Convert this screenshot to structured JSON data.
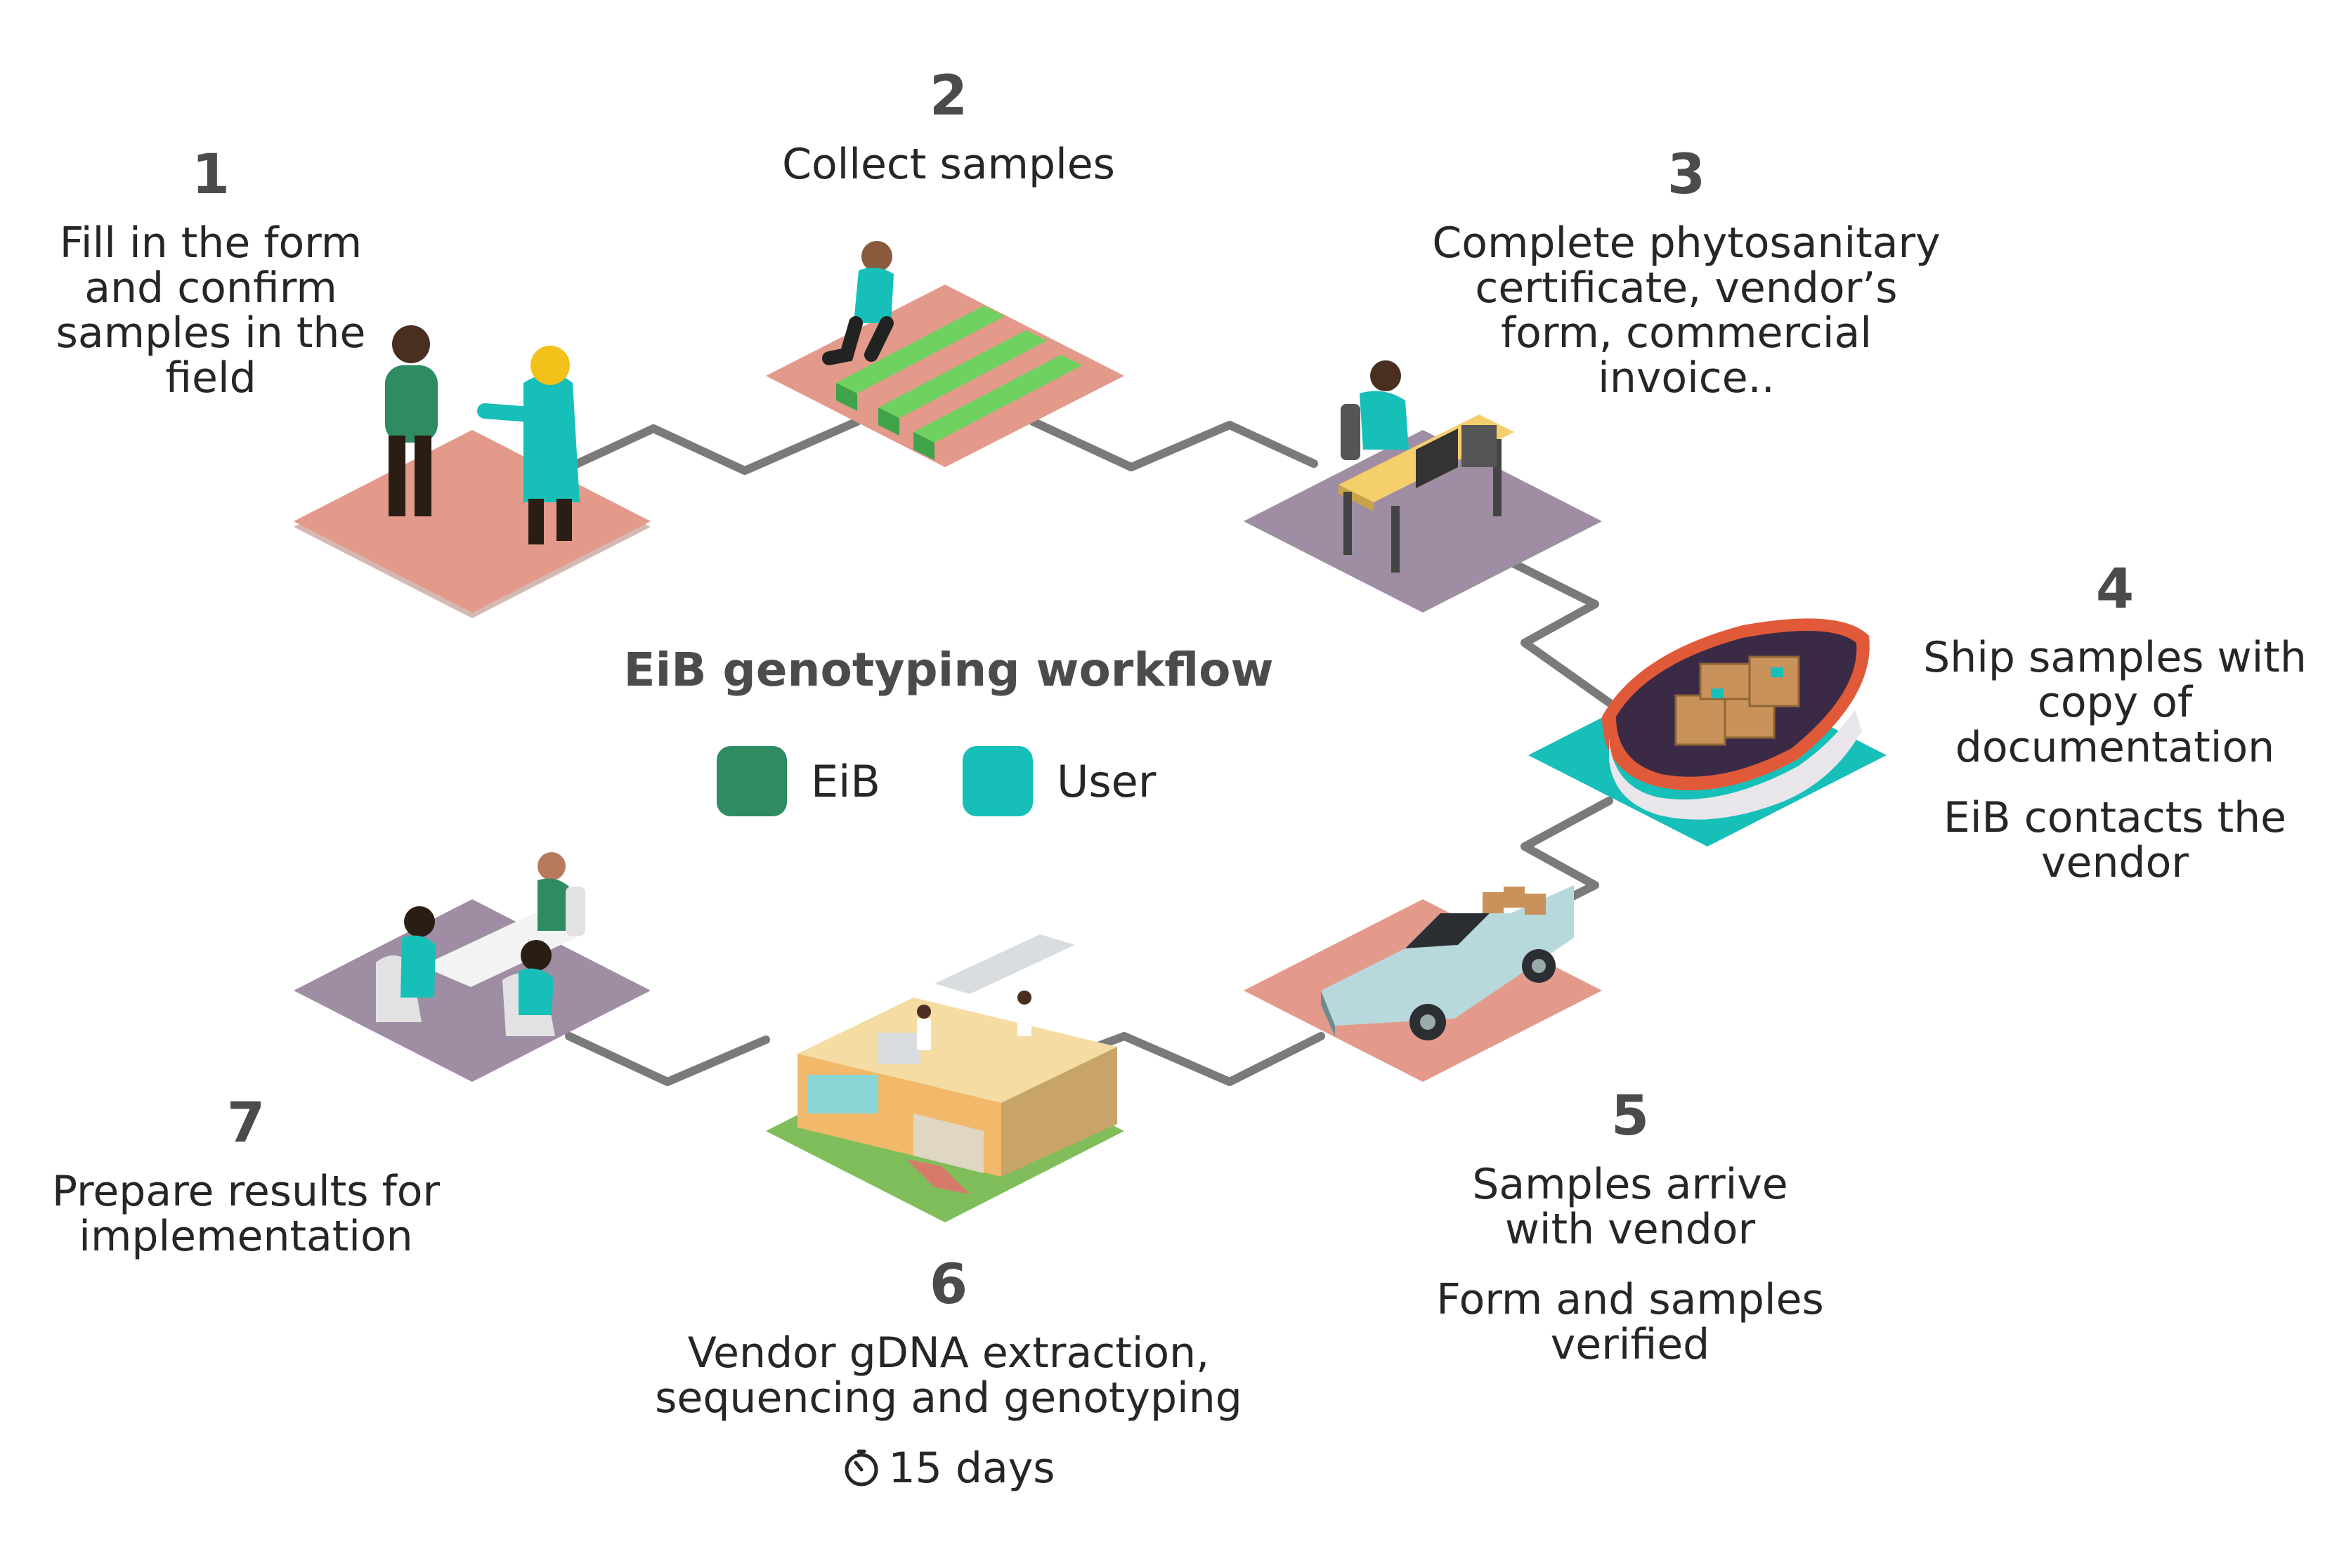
{
  "title": "EiB genotyping workflow",
  "legend": [
    {
      "label": "EiB",
      "color": "#2e8b62"
    },
    {
      "label": "User",
      "color": "#17bfb9"
    }
  ],
  "colors": {
    "salmon": "#e39a8a",
    "purple": "#9e8da3",
    "teal": "#17bfb9",
    "green": "#2e8b62",
    "connector": "#7a7a7a"
  },
  "steps": [
    {
      "number": "1",
      "lines": [
        "Fill in the form",
        "and confirm",
        "samples in the",
        "field"
      ],
      "platform": "salmon",
      "icon": "people-meeting-icon"
    },
    {
      "number": "2",
      "lines": [
        "Collect samples"
      ],
      "platform": "salmon",
      "icon": "field-sampling-icon"
    },
    {
      "number": "3",
      "lines": [
        "Complete phytosanitary",
        "certificate, vendor’s",
        "form, commercial",
        "invoice.."
      ],
      "platform": "purple",
      "icon": "office-desk-icon"
    },
    {
      "number": "4",
      "lines": [
        "Ship samples with",
        "copy of",
        "documentation"
      ],
      "sub": [
        "EiB contacts the",
        "vendor"
      ],
      "platform": "teal",
      "icon": "ship-boxes-icon"
    },
    {
      "number": "5",
      "lines": [
        "Samples arrive",
        "with vendor"
      ],
      "sub": [
        "Form and samples",
        "verified"
      ],
      "platform": "salmon",
      "icon": "delivery-truck-icon"
    },
    {
      "number": "6",
      "lines": [
        "Vendor gDNA extraction,",
        "sequencing and genotyping"
      ],
      "time": "15 days",
      "platform": "green",
      "icon": "laboratory-building-icon"
    },
    {
      "number": "7",
      "lines": [
        "Prepare results for",
        "implementation"
      ],
      "platform": "purple",
      "icon": "meeting-table-icon"
    }
  ]
}
